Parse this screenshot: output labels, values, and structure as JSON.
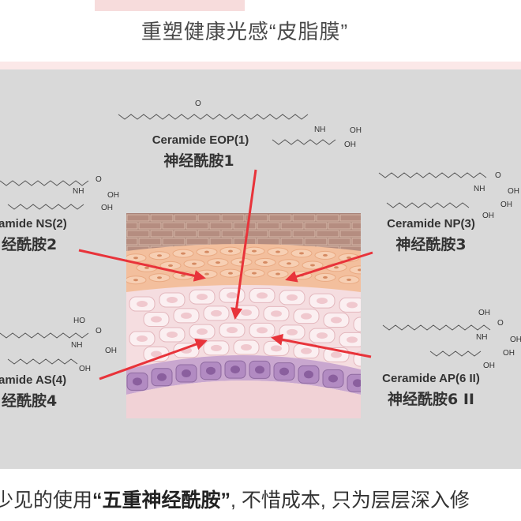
{
  "header": {
    "title": "重塑健康光感“皮脂膜”"
  },
  "ceramides": [
    {
      "en": "Ceramide EOP(1)",
      "cn": "神经酰胺1"
    },
    {
      "en": "amide NS(2)",
      "cn": "经酰胺2"
    },
    {
      "en": "Ceramide NP(3)",
      "cn": "神经酰胺3"
    },
    {
      "en": "amide AS(4)",
      "cn": "经酰胺4"
    },
    {
      "en": "Ceramide AP(6 II)",
      "cn": "神经酰胺6 II"
    }
  ],
  "chem_labels": {
    "o": "O",
    "nh": "NH",
    "oh": "OH",
    "ho": "HO"
  },
  "footer": {
    "prefix": "少见的使用",
    "emphasis": "“五重神经酰胺”",
    "suffix": ", 不惜成本, 只为层层深入修"
  },
  "colors": {
    "accent_red": "#e8333a",
    "panel_bg": "#d9d9d9",
    "skin_brick": "#a07a70",
    "skin_orange": "#f4c4a4",
    "skin_pink": "#f3d4d7",
    "skin_purple": "#b08ac0"
  }
}
